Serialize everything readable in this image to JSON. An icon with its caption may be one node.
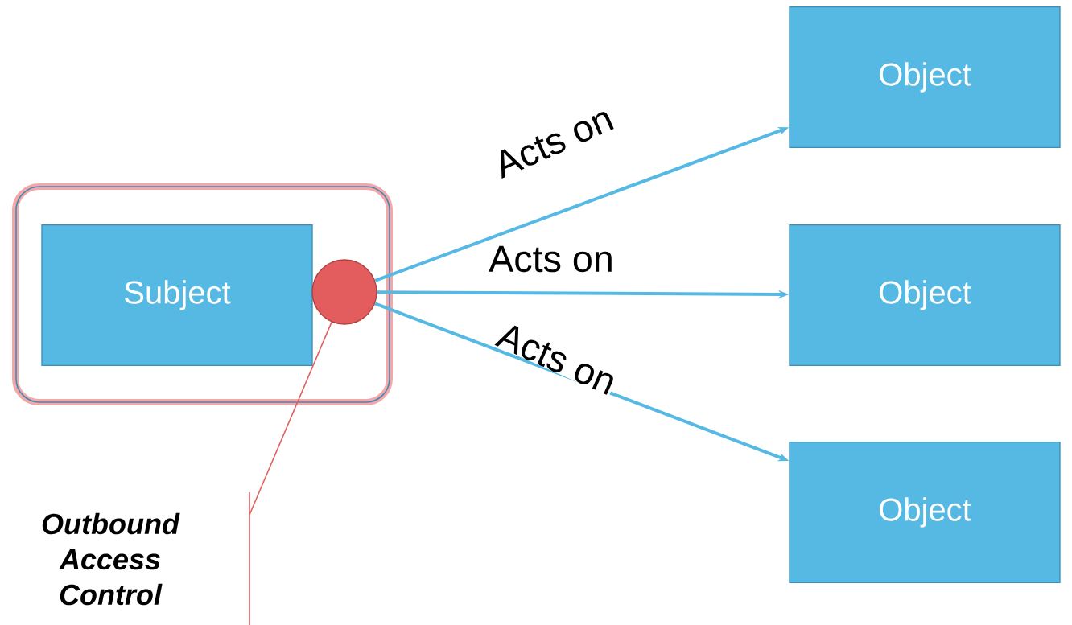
{
  "diagram": {
    "nodes": [
      {
        "text": [],
        "shape": "box"
      },
      {
        "text": [
          "Subject"
        ],
        "in": 0
      },
      {
        "text": [],
        "shape": "circle",
        "in": 0
      },
      {
        "text": [
          "Object"
        ]
      },
      {
        "text": [
          "Object"
        ]
      },
      {
        "text": [
          "Object"
        ]
      },
      {
        "text": [
          "Outbound Access Control"
        ]
      }
    ],
    "edges": [
      {
        "from": 2,
        "to": 3,
        "arrow": "to",
        "label": "Acts on"
      },
      {
        "from": 2,
        "to": 4,
        "arrow": "to",
        "label": "Acts on"
      },
      {
        "from": 2,
        "to": 5,
        "arrow": "to",
        "label": "Acts on"
      },
      {
        "from": 6,
        "to": 2,
        "arrow": "none",
        "color": "#e06060"
      }
    ]
  }
}
